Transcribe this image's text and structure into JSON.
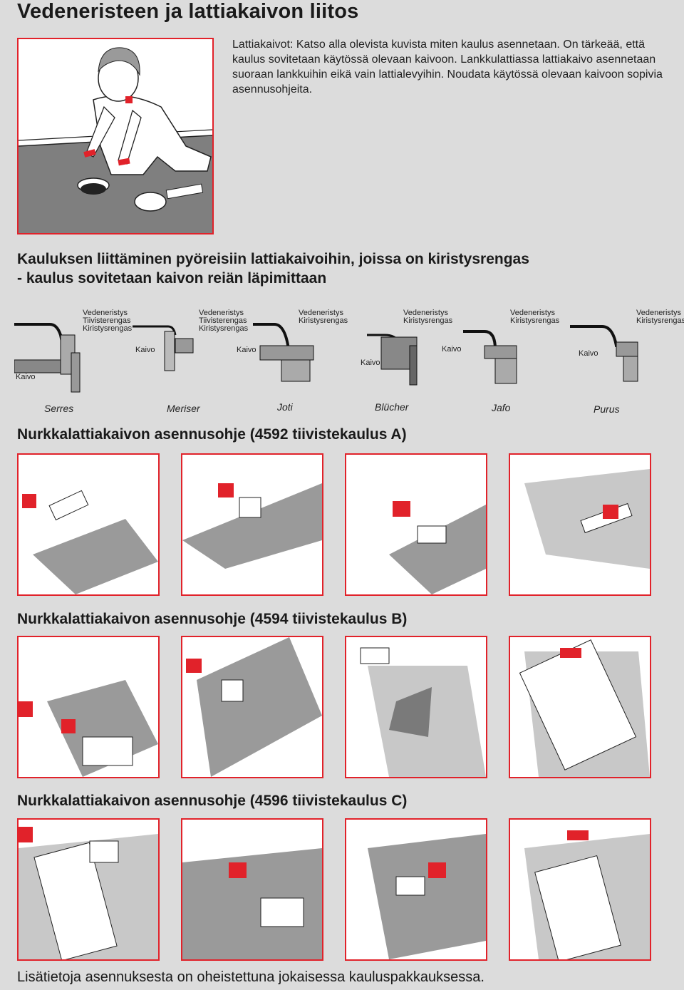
{
  "title": "Vedeneristeen ja lattiakaivon liitos",
  "intro": {
    "text": "Lattiakaivot: Katso alla olevista kuvista miten kaulus asennetaan. On tärkeää, että kaulus sovitetaan käytössä olevaan kaivoon. Lankkulattiassa lattiakaivo asennetaan suoraan lankkuihin eikä vain lattialevyihin. Noudata käytössä olevaan kaivoon sopivia asennusohjeita."
  },
  "collar_section": {
    "heading_line1": "Kauluksen liittäminen pyöreisiin lattiakaivoihin, joissa on kiristysrengas",
    "heading_line2": "- kaulus sovitetaan kaivon reiän läpimittaan",
    "diagrams": [
      {
        "brand": "Serres",
        "labels": [
          "Vedeneristys",
          "Tiivisterengas",
          "Kiristysrengas"
        ],
        "kaivo": "Kaivo"
      },
      {
        "brand": "Meriser",
        "labels": [
          "Vedeneristys",
          "Tiivisterengas",
          "Kiristysrengas"
        ],
        "kaivo": "Kaivo"
      },
      {
        "brand": "Joti",
        "labels": [
          "Vedeneristys",
          "Kiristysrengas"
        ],
        "kaivo": "Kaivo"
      },
      {
        "brand": "Blücher",
        "labels": [
          "Vedeneristys",
          "Kiristysrengas"
        ],
        "kaivo": "Kaivo"
      },
      {
        "brand": "Jafo",
        "labels": [
          "Vedeneristys",
          "Kiristysrengas"
        ],
        "kaivo": "Kaivo"
      },
      {
        "brand": "Purus",
        "labels": [
          "Vedeneristys",
          "Kiristysrengas"
        ],
        "kaivo": "Kaivo"
      }
    ]
  },
  "sections": [
    {
      "heading": "Nurkkalattiakaivon asennusohje (4592 tiivistekaulus A)",
      "steps": 4
    },
    {
      "heading": "Nurkkalattiakaivon asennusohje (4594 tiivistekaulus B)",
      "steps": 4
    },
    {
      "heading": "Nurkkalattiakaivon asennusohje (4596 tiivistekaulus C)",
      "steps": 4
    }
  ],
  "footer": "Lisätietoja asennuksesta on oheistettuna jokaisessa kauluspakkauksessa.",
  "colors": {
    "accent": "#e1222a",
    "background": "#dcdcdc",
    "membrane": "#8a8a8a"
  }
}
